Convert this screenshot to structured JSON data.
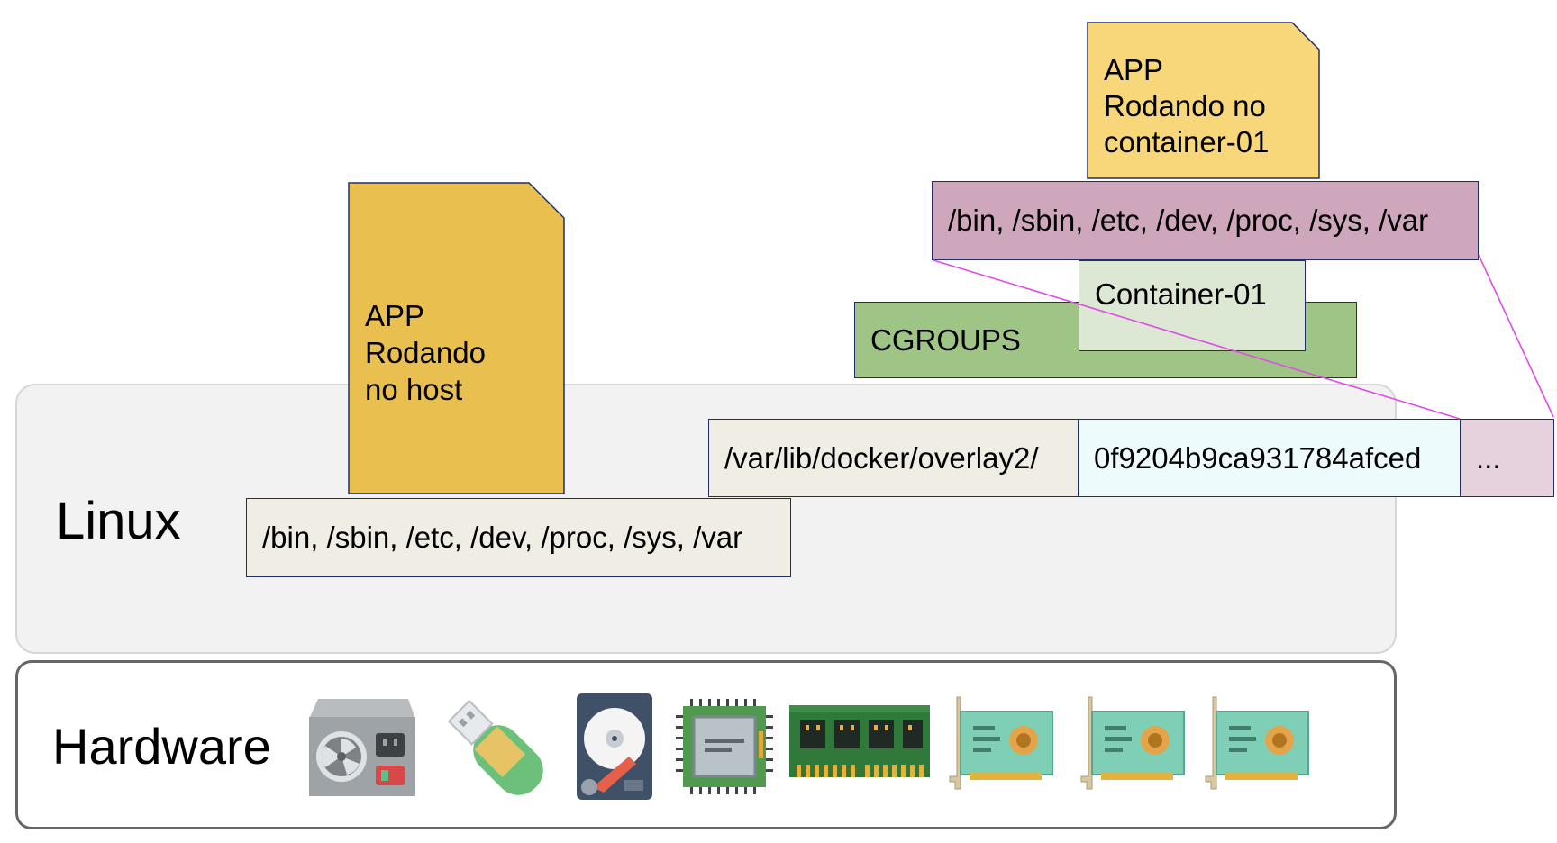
{
  "layers": {
    "linux_label": "Linux",
    "hardware_label": "Hardware"
  },
  "host": {
    "app_lines": [
      "APP",
      "Rodando",
      "no host"
    ],
    "fs_label": "/bin, /sbin, /etc, /dev, /proc, /sys, /var"
  },
  "docker": {
    "overlay_path": "/var/lib/docker/overlay2/",
    "container_id": "0f9204b9ca931784afced",
    "ellipsis": "..."
  },
  "container": {
    "cgroups_label": "CGROUPS",
    "name_label": "Container-01",
    "fs_label": "/bin, /sbin, /etc, /dev, /proc, /sys, /var",
    "app_lines": [
      "APP",
      "Rodando no",
      "container-01"
    ]
  },
  "hardware_icons": [
    "power-supply-icon",
    "usb-drive-icon",
    "hard-disk-icon",
    "cpu-chip-icon",
    "ram-module-icon",
    "expansion-card-icon",
    "expansion-card-icon",
    "expansion-card-icon"
  ],
  "colors": {
    "host_app": "#e9bf50",
    "container_app": "#f8d67a",
    "container_fs": "#cfa7bd",
    "cgroups": "#9fc586",
    "container_name": "#dce8d4",
    "path_box": "#efede4",
    "id_box": "#eefbfd",
    "ellipsis_box": "#e6d2dd",
    "connector": "#e04be6"
  }
}
